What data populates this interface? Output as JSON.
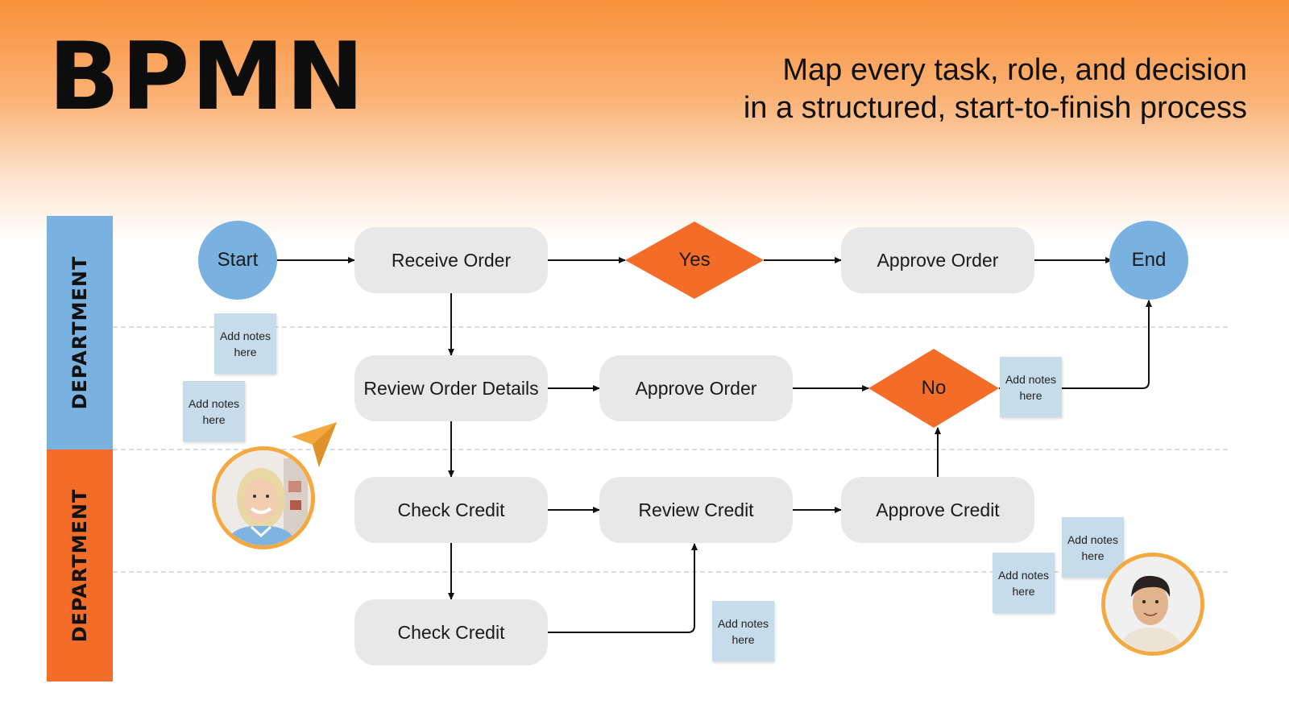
{
  "header": {
    "title": "BPMN",
    "subtitle_line1": "Map every task, role, and decision",
    "subtitle_line2": "in a structured, start-to-finish process"
  },
  "lanes": [
    "DEPARTMENT",
    "DEPARTMENT"
  ],
  "events": {
    "start": "Start",
    "end": "End"
  },
  "tasks": {
    "receive_order": "Receive Order",
    "approve_order_top": "Approve Order",
    "review_order_details": "Review Order Details",
    "approve_order_mid": "Approve Order",
    "check_credit": "Check Credit",
    "review_credit": "Review Credit",
    "approve_credit": "Approve Credit",
    "check_credit_bottom": "Check Credit"
  },
  "gateways": {
    "yes": "Yes",
    "no": "No"
  },
  "notes": "Add notes\nhere",
  "colors": {
    "header_orange": "#f8913a",
    "lane_blue": "#79b1e1",
    "lane_orange": "#f36d28",
    "gateway_orange": "#f36d28",
    "task_gray": "#e8e8e8",
    "note_blue": "#c6dceb",
    "avatar_ring": "#f3a940",
    "cursor_yellow": "#f3a940"
  }
}
